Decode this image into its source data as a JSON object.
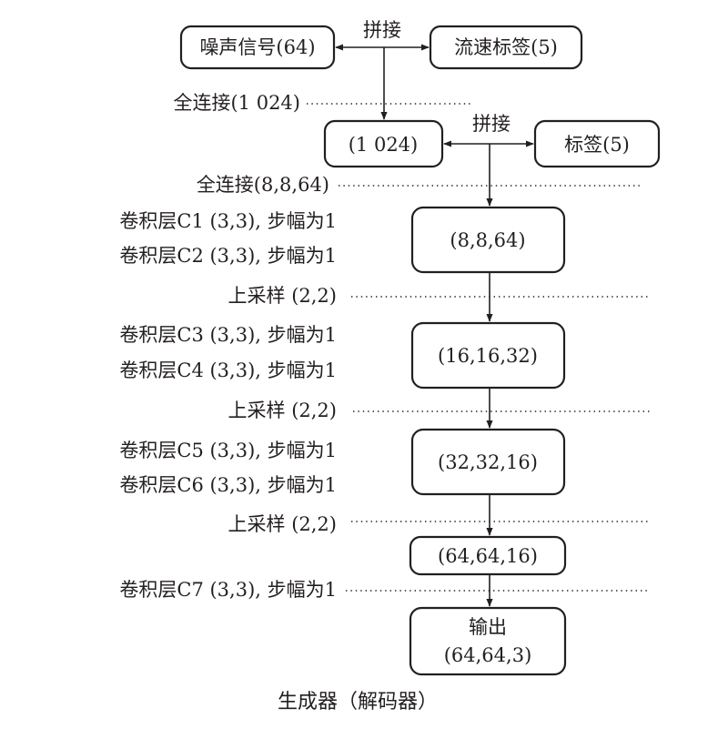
{
  "nodes": {
    "noise": "噪声信号(64)",
    "flow_label": "流速标签(5)",
    "fc1024": "(1 024)",
    "label5": "标签(5)",
    "t8": "(8,8,64)",
    "t16": "(16,16,32)",
    "t32": "(32,32,16)",
    "t64": "(64,64,16)",
    "output_title": "输出",
    "output_shape": "(64,64,3)"
  },
  "concat": {
    "top": "拼接",
    "mid": "拼接"
  },
  "layers": {
    "fc_1024": "全连接(1 024)",
    "fc_8864": "全连接(8,8,64)",
    "c1": "卷积层C1 (3,3), 步幅为1",
    "c2": "卷积层C2 (3,3), 步幅为1",
    "up1": "上采样 (2,2)",
    "c3": "卷积层C3 (3,3), 步幅为1",
    "c4": "卷积层C4 (3,3), 步幅为1",
    "up2": "上采样 (2,2)",
    "c5": "卷积层C5 (3,3), 步幅为1",
    "c6": "卷积层C6 (3,3), 步幅为1",
    "up3": "上采样 (2,2)",
    "c7": "卷积层C7 (3,3), 步幅为1"
  },
  "caption": "生成器（解码器）",
  "colors": {
    "ink": "#231f20",
    "background": "#ffffff"
  }
}
